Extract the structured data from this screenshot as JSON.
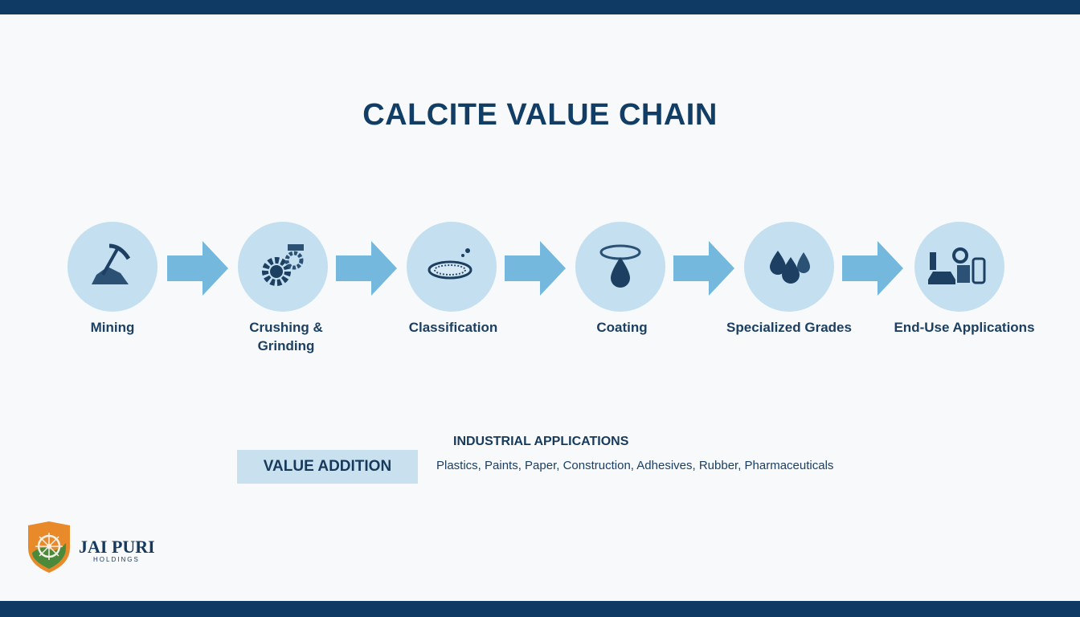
{
  "title": "CALCITE VALUE CHAIN",
  "steps": [
    {
      "label": "Mining",
      "icon": "pickaxe-icon"
    },
    {
      "label": "Crushing & Grinding",
      "icon": "gears-icon"
    },
    {
      "label": "Classification",
      "icon": "sieve-icon"
    },
    {
      "label": "Coating",
      "icon": "drop-icon"
    },
    {
      "label": "Specialized Grades",
      "icon": "drops-icon"
    },
    {
      "label": "End-Use Applications",
      "icon": "products-icon"
    }
  ],
  "value_addition": "VALUE ADDITION",
  "industrial": {
    "heading": "INDUSTRIAL APPLICATIONS",
    "text": "Plastics, Paints, Paper, Construction, Adhesives, Rubber, Pharmaceuticals"
  },
  "brand": {
    "name": "JAI PURI",
    "sub": "HOLDINGS"
  },
  "colors": {
    "navy": "#0e3a63",
    "circle": "#c4dff0",
    "arrow": "#74b8de"
  }
}
